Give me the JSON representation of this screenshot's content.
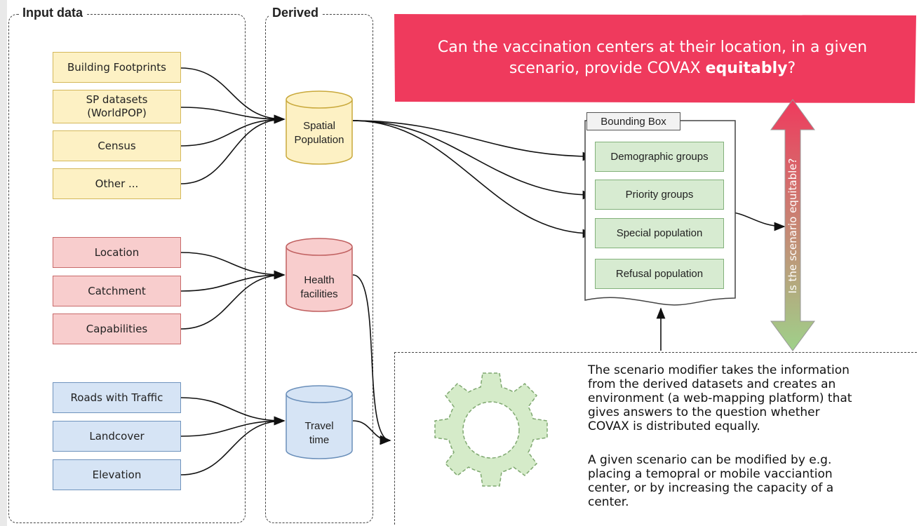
{
  "groups": {
    "input_title": "Input data",
    "derived_title": "Derived"
  },
  "question": {
    "line1": "Can the vaccination centers at their location, in a given",
    "line2_pre": "scenario, provide COVAX ",
    "line2_bold": "equitably",
    "line2_post": "?"
  },
  "inputs": {
    "population": [
      "Building Footprints",
      "SP datasets\n(WorldPOP)",
      "Census",
      "Other ..."
    ],
    "health": [
      "Location",
      "Catchment",
      "Capabilities"
    ],
    "travel": [
      "Roads with Traffic",
      "Landcover",
      "Elevation"
    ]
  },
  "derived": {
    "spatial_population": "Spatial\nPopulation",
    "health_facilities": "Health\nfacilities",
    "travel_time": "Travel\ntime"
  },
  "bounding_box": {
    "title": "Bounding Box",
    "items": [
      "Demographic groups",
      "Priority groups",
      "Special population",
      "Refusal population"
    ]
  },
  "equity_label": "Is the scenario equitable?",
  "modifier": {
    "para1": [
      "The scenario modifier takes the information",
      "from the derived datasets and creates an",
      "environment (a web-mapping platform) that",
      "gives answers to the question whether",
      "COVAX is distributed equally."
    ],
    "para2": [
      "A given scenario can be modified by e.g.",
      "placing a temopral or mobile vacciantion",
      "center, or by increasing the capacity of a",
      "center."
    ]
  },
  "colors": {
    "banner": "#ef3a5d",
    "yellow": "#fdf1c4",
    "red": "#f8cdcd",
    "blue": "#d6e4f5",
    "green": "#d7ebd1",
    "gear": "#d5ebc9"
  }
}
